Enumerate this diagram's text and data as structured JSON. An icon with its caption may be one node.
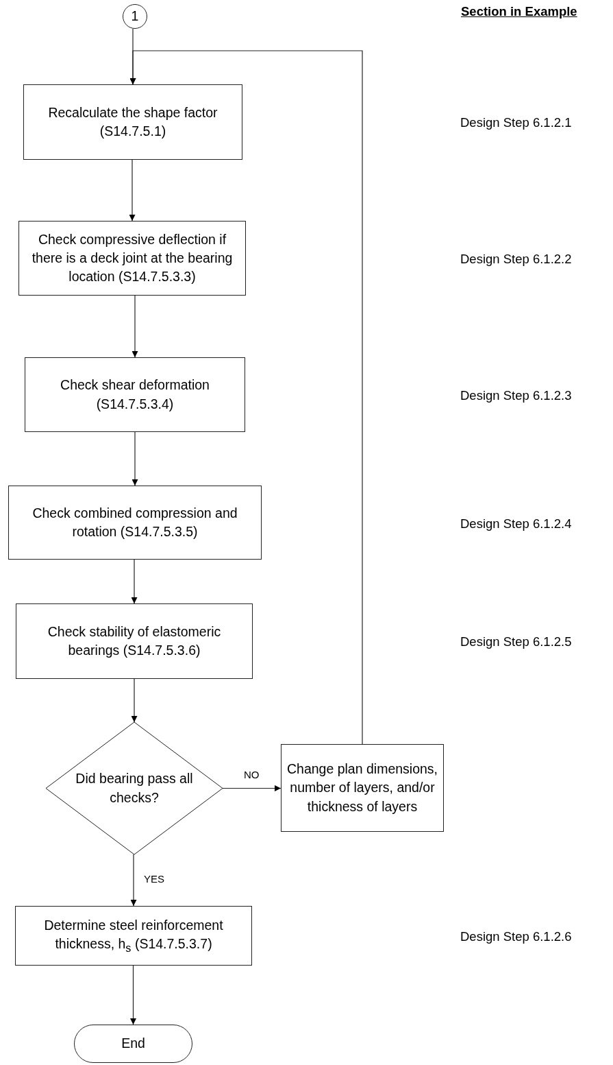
{
  "diagram": {
    "nodes": [
      {
        "text": [
          "1"
        ]
      },
      {
        "text": [
          "Recalculate the shape factor (S14.7.5.1)"
        ]
      },
      {
        "text": [
          "Check compressive deflection if there is a deck joint at the bearing location (S14.7.5.3.3)"
        ]
      },
      {
        "text": [
          "Check shear deformation (S14.7.5.3.4)"
        ]
      },
      {
        "text": [
          "Check combined compression and rotation (S14.7.5.3.5)"
        ]
      },
      {
        "text": [
          "Check stability of elastomeric bearings (S14.7.5.3.6)"
        ]
      },
      {
        "text": [
          "Did bearing pass all checks?"
        ]
      },
      {
        "text": [
          "Change plan dimensions, number of layers, and/or thickness of layers"
        ]
      },
      {
        "text": [
          "Determine steel reinforcement thickness, h$_{s}$ (S14.7.5.3.7)"
        ]
      },
      {
        "text": [
          "End"
        ]
      }
    ],
    "edges": [
      {
        "from": 0,
        "to": 1,
        "arrow": "to"
      },
      {
        "from": 1,
        "to": 2,
        "arrow": "to"
      },
      {
        "from": 2,
        "to": 3,
        "arrow": "to"
      },
      {
        "from": 3,
        "to": 4,
        "arrow": "to"
      },
      {
        "from": 4,
        "to": 5,
        "arrow": "to"
      },
      {
        "from": 5,
        "to": 6,
        "arrow": "to"
      },
      {
        "from": 6,
        "to": 7,
        "arrow": "to",
        "label": "NO"
      },
      {
        "from": 6,
        "to": 8,
        "arrow": "to",
        "label": "YES"
      },
      {
        "from": 8,
        "to": 9,
        "arrow": "to"
      },
      {
        "from": 7,
        "to": 1,
        "arrow": "to"
      }
    ],
    "labels": [
      "Section in Example",
      "Design Step 6.1.2.1",
      "Design Step 6.1.2.2",
      "Design Step 6.1.2.3",
      "Design Step 6.1.2.4",
      "Design Step 6.1.2.5",
      "Design Step 6.1.2.6"
    ]
  }
}
